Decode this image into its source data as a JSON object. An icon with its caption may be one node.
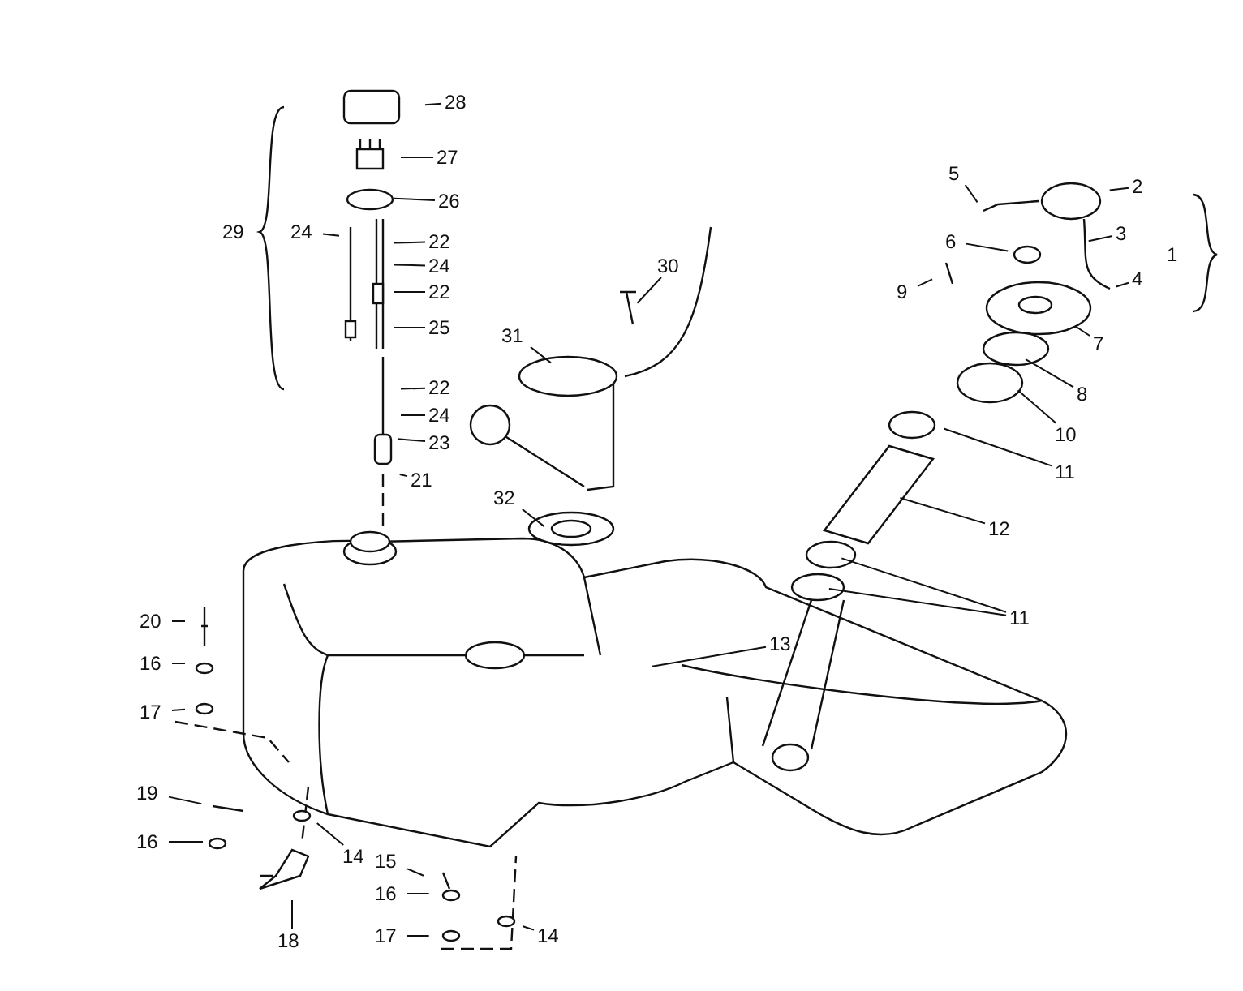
{
  "diagram": {
    "nodes": [
      {
        "text": [
          "28"
        ]
      },
      {
        "text": [
          "27"
        ]
      },
      {
        "text": [
          "26"
        ]
      },
      {
        "text": [
          "22"
        ]
      },
      {
        "text": [
          "24"
        ]
      },
      {
        "text": [
          "22"
        ]
      },
      {
        "text": [
          "25"
        ]
      },
      {
        "text": [
          "22"
        ]
      },
      {
        "text": [
          "24"
        ]
      },
      {
        "text": [
          "23"
        ]
      },
      {
        "text": [
          "21"
        ]
      },
      {
        "text": [
          "24"
        ]
      },
      {
        "text": [
          "30"
        ]
      },
      {
        "text": [
          "31"
        ]
      },
      {
        "text": [
          "32"
        ]
      },
      {
        "text": [
          "5"
        ]
      },
      {
        "text": [
          "2"
        ]
      },
      {
        "text": [
          "6"
        ]
      },
      {
        "text": [
          "3"
        ]
      },
      {
        "text": [
          "9"
        ]
      },
      {
        "text": [
          "4"
        ]
      },
      {
        "text": [
          "7"
        ]
      },
      {
        "text": [
          "8"
        ]
      },
      {
        "text": [
          "10"
        ]
      },
      {
        "text": [
          "11"
        ]
      },
      {
        "text": [
          "12"
        ]
      },
      {
        "text": [
          "11"
        ]
      },
      {
        "text": [
          "13"
        ]
      },
      {
        "text": [
          "20"
        ]
      },
      {
        "text": [
          "16"
        ]
      },
      {
        "text": [
          "17"
        ]
      },
      {
        "text": [
          "19"
        ]
      },
      {
        "text": [
          "16"
        ]
      },
      {
        "text": [
          "14"
        ]
      },
      {
        "text": [
          "15"
        ]
      },
      {
        "text": [
          "18"
        ]
      },
      {
        "text": [
          "16"
        ]
      },
      {
        "text": [
          "17"
        ]
      },
      {
        "text": [
          "14"
        ]
      }
    ],
    "edges": [
      {
        "from": 0,
        "to": null,
        "arrow": "none"
      },
      {
        "from": 1,
        "to": null,
        "arrow": "none"
      },
      {
        "from": 2,
        "to": null,
        "arrow": "none"
      },
      {
        "from": 3,
        "to": null,
        "arrow": "none"
      },
      {
        "from": 4,
        "to": null,
        "arrow": "none"
      },
      {
        "from": 5,
        "to": null,
        "arrow": "none"
      },
      {
        "from": 6,
        "to": null,
        "arrow": "none"
      },
      {
        "from": 7,
        "to": null,
        "arrow": "none"
      },
      {
        "from": 8,
        "to": null,
        "arrow": "none"
      },
      {
        "from": 9,
        "to": null,
        "arrow": "none"
      },
      {
        "from": 10,
        "to": null,
        "arrow": "none"
      },
      {
        "from": 11,
        "to": null,
        "arrow": "none"
      },
      {
        "from": 12,
        "to": null,
        "arrow": "none"
      },
      {
        "from": 13,
        "to": null,
        "arrow": "none"
      },
      {
        "from": 14,
        "to": null,
        "arrow": "none"
      },
      {
        "from": 15,
        "to": null,
        "arrow": "none"
      },
      {
        "from": 16,
        "to": null,
        "arrow": "none"
      },
      {
        "from": 17,
        "to": null,
        "arrow": "none"
      },
      {
        "from": 18,
        "to": null,
        "arrow": "none"
      },
      {
        "from": 19,
        "to": null,
        "arrow": "none"
      },
      {
        "from": 20,
        "to": null,
        "arrow": "none"
      },
      {
        "from": 21,
        "to": null,
        "arrow": "none"
      },
      {
        "from": 22,
        "to": null,
        "arrow": "none"
      },
      {
        "from": 23,
        "to": null,
        "arrow": "none"
      },
      {
        "from": 24,
        "to": null,
        "arrow": "none"
      },
      {
        "from": 25,
        "to": null,
        "arrow": "none"
      },
      {
        "from": 26,
        "to": null,
        "arrow": "none"
      },
      {
        "from": 26,
        "to": null,
        "arrow": "none"
      },
      {
        "from": 27,
        "to": null,
        "arrow": "none"
      },
      {
        "from": 28,
        "to": null,
        "arrow": "none"
      },
      {
        "from": 29,
        "to": null,
        "arrow": "none"
      },
      {
        "from": 30,
        "to": null,
        "arrow": "none"
      },
      {
        "from": 31,
        "to": null,
        "arrow": "none"
      },
      {
        "from": 32,
        "to": null,
        "arrow": "none"
      },
      {
        "from": 33,
        "to": null,
        "arrow": "none"
      },
      {
        "from": 34,
        "to": null,
        "arrow": "none"
      },
      {
        "from": 35,
        "to": null,
        "arrow": "none"
      },
      {
        "from": 36,
        "to": null,
        "arrow": "none"
      },
      {
        "from": 37,
        "to": null,
        "arrow": "none"
      },
      {
        "from": 38,
        "to": null,
        "arrow": "none"
      }
    ],
    "labels": [
      "29",
      "1"
    ]
  }
}
